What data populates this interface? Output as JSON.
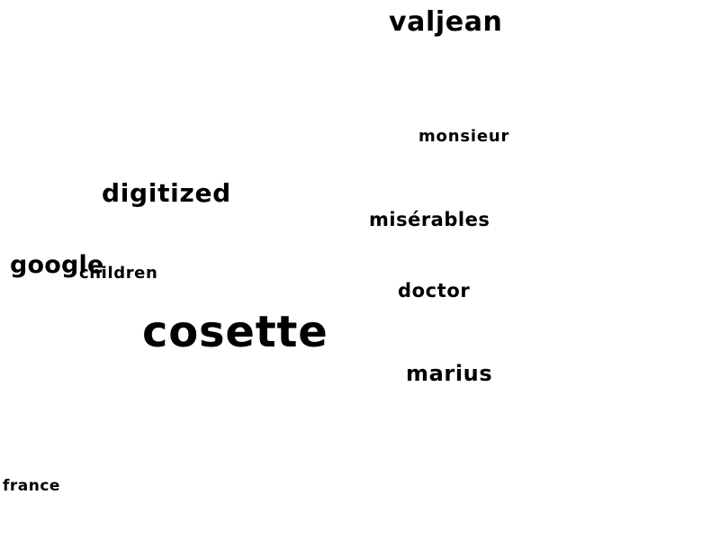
{
  "colors": {
    "background": "#ffffff",
    "text": "#000000"
  },
  "word_cloud": {
    "words": [
      {
        "text": "valjean"
      },
      {
        "text": "monsieur"
      },
      {
        "text": "digitized"
      },
      {
        "text": "misérables"
      },
      {
        "text": "google"
      },
      {
        "text": "children"
      },
      {
        "text": "doctor"
      },
      {
        "text": "cosette"
      },
      {
        "text": "marius"
      },
      {
        "text": "france"
      }
    ]
  }
}
